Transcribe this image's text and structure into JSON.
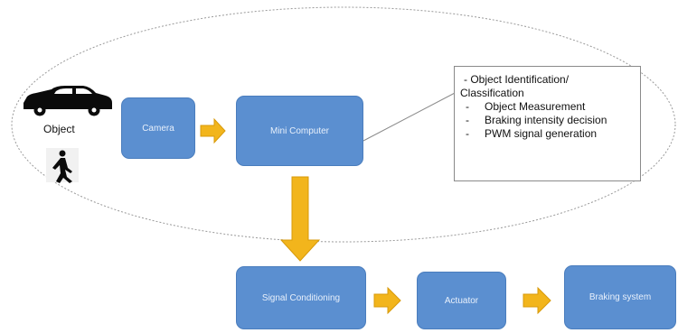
{
  "colors": {
    "box_fill": "#5b8fd0",
    "arrow_fill": "#f2b51c",
    "arrow_stroke": "#d89a0a",
    "ellipse": "#9a9a9a"
  },
  "icons": {
    "object_car": "car-icon",
    "object_pedestrian": "pedestrian-icon"
  },
  "object_label": "Object",
  "boxes": {
    "camera": "Camera",
    "mini_computer": "Mini Computer",
    "signal_conditioning": "Signal Conditioning",
    "actuator": "Actuator",
    "braking_system": "Braking system"
  },
  "note": {
    "head_line1": "- Object Identification/",
    "head_line2": "Classification",
    "items": [
      "Object Measurement",
      "Braking intensity decision",
      "PWM signal generation"
    ]
  }
}
